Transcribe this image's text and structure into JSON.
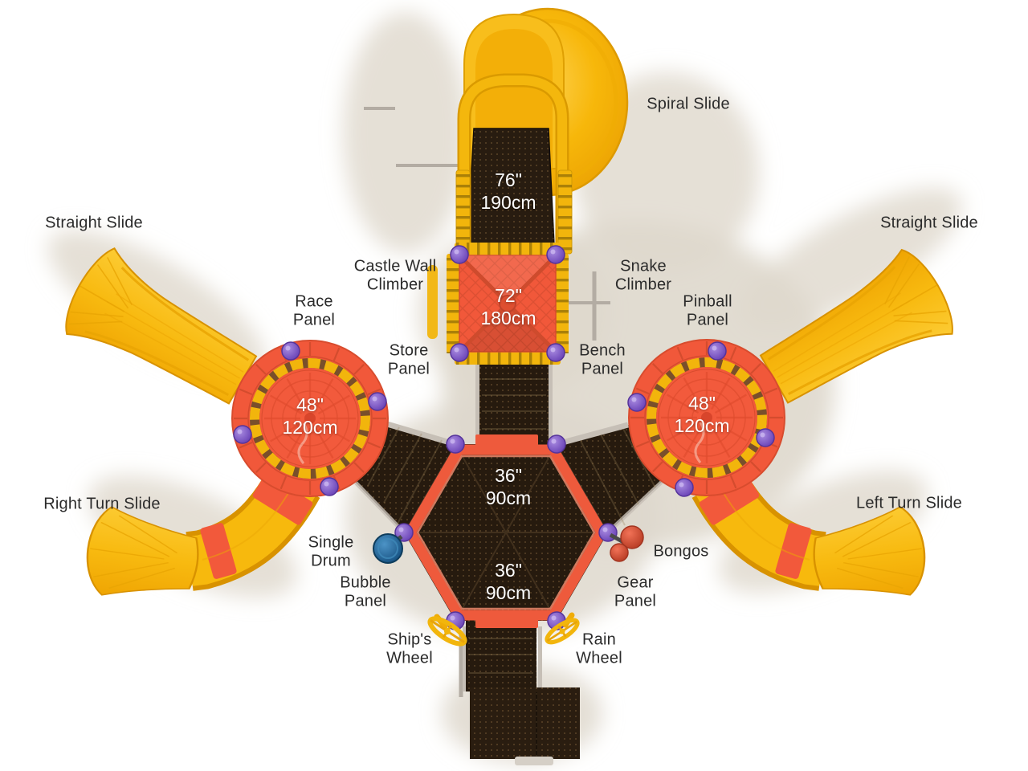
{
  "callouts": {
    "spiral_slide": "Spiral Slide",
    "straight_slide_left": "Straight Slide",
    "straight_slide_right": "Straight Slide",
    "castle_wall_climber": "Castle Wall\nClimber",
    "snake_climber": "Snake\nClimber",
    "race_panel": "Race\nPanel",
    "pinball_panel": "Pinball\nPanel",
    "store_panel": "Store\nPanel",
    "bench_panel": "Bench\nPanel",
    "right_turn_slide": "Right Turn Slide",
    "left_turn_slide": "Left Turn Slide",
    "single_drum": "Single\nDrum",
    "bongos": "Bongos",
    "bubble_panel": "Bubble\nPanel",
    "gear_panel": "Gear\nPanel",
    "ships_wheel": "Ship's\nWheel",
    "rain_wheel": "Rain\nWheel"
  },
  "deck_heights": {
    "spiral_slide_deck": "76\"\n190cm",
    "square_tower_deck": "72\"\n180cm",
    "left_round_deck": "48\"\n120cm",
    "right_round_deck": "48\"\n120cm",
    "hex_upper_deck": "36\"\n90cm",
    "hex_lower_deck": "36\"\n90cm"
  },
  "colors": {
    "slide_yellow": "#F7B90D",
    "deck_red_orange": "#F1583A",
    "crenel_yellow": "#F2B50C",
    "panel_dark_brown": "#261A0E",
    "connector_purple": "#7B55C8",
    "drum_blue": "#1D5F92",
    "bongo_red": "#D8452B",
    "label_text": "#2B2B2B",
    "measurement_text": "#FFFFFF",
    "ground_shadow": "#DED8CC"
  }
}
